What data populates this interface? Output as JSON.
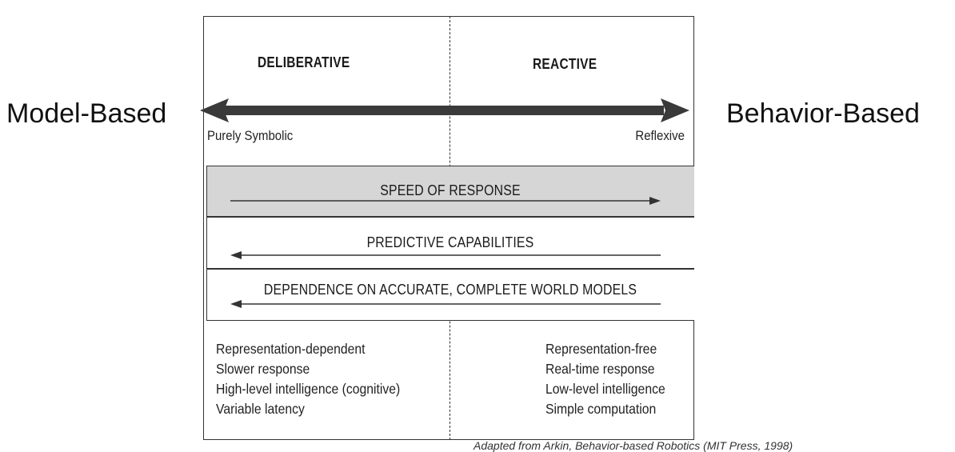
{
  "side_labels": {
    "left": "Model-Based",
    "right": "Behavior-Based"
  },
  "headers": {
    "left": "DELIBERATIVE",
    "right": "REACTIVE"
  },
  "spectrum": {
    "left_end": "Purely Symbolic",
    "right_end": "Reflexive"
  },
  "bands": [
    {
      "label": "SPEED OF RESPONSE",
      "arrow_direction": "right",
      "fill": "#d6d6d6"
    },
    {
      "label": "PREDICTIVE CAPABILITIES",
      "arrow_direction": "left",
      "fill": "#ffffff"
    },
    {
      "label": "DEPENDENCE ON ACCURATE, COMPLETE WORLD MODELS",
      "arrow_direction": "left",
      "fill": "#ffffff"
    }
  ],
  "deliberative_traits": [
    "Representation-dependent",
    "Slower response",
    "High-level intelligence (cognitive)",
    "Variable latency"
  ],
  "reactive_traits": [
    "Representation-free",
    "Real-time response",
    "Low-level intelligence",
    "Simple computation"
  ],
  "caption": "Adapted from Arkin, Behavior-based Robotics (MIT Press, 1998)",
  "colors": {
    "main_arrow": "#3a3a3a",
    "band_shade": "#d6d6d6",
    "lines": "#333333"
  }
}
